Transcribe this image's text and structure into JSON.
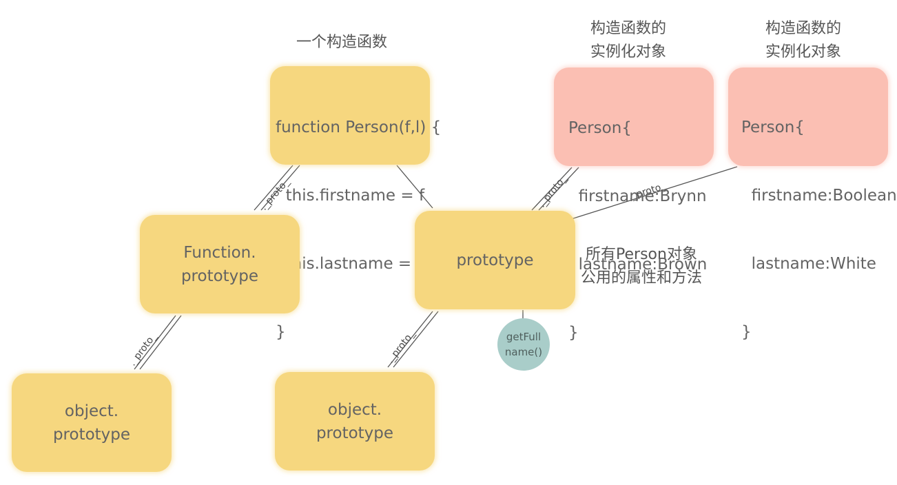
{
  "captions": {
    "constructor": "一个构造函数",
    "instance_1": [
      "构造函数的",
      "实例化对象"
    ],
    "instance_2": [
      "构造函数的",
      "实例化对象"
    ],
    "shared": [
      "所有Person对象",
      "公用的属性和方法"
    ]
  },
  "constructor_box": {
    "lines": [
      "function Person(f,l) {",
      "  this.firstname = f",
      "  this.lastname = l",
      "}"
    ]
  },
  "instance_1": {
    "lines": [
      "Person{",
      "  firstname:Brynn",
      "  lastname:Brown",
      "}"
    ]
  },
  "instance_2": {
    "lines": [
      "Person{",
      "  firstname:Boolean",
      "  lastname:White",
      "}"
    ]
  },
  "function_prototype": [
    "Function.",
    "prototype"
  ],
  "person_prototype": "prototype",
  "object_prototype_left": [
    "object.",
    "prototype"
  ],
  "object_prototype_right": [
    "object.",
    "prototype"
  ],
  "method_circle": [
    "getFull",
    "name()"
  ],
  "edge_labels": {
    "ctor_to_function": "._proto_",
    "instance1_to_prototype": "._proto_",
    "instance2_to_prototype": "._proto_",
    "function_to_object": "._proto_",
    "prototype_to_object": "._proto_"
  },
  "colors": {
    "prototype_fill": "#f6d77f",
    "instance_fill": "#fbbfb3",
    "method_fill": "#a9cdc9",
    "line": "#555555"
  }
}
